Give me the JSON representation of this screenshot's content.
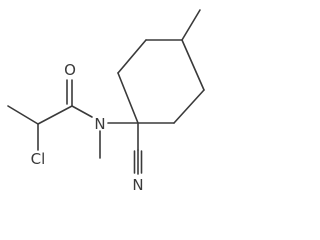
{
  "molecule": {
    "atoms": {
      "oxygen": "O",
      "nitrogen": "N",
      "chlorine": "Cl",
      "nitrile_nitrogen": "N"
    },
    "colors": {
      "bond": "#3a3a3a",
      "label": "#3a3a3a",
      "background": "#ffffff"
    }
  }
}
